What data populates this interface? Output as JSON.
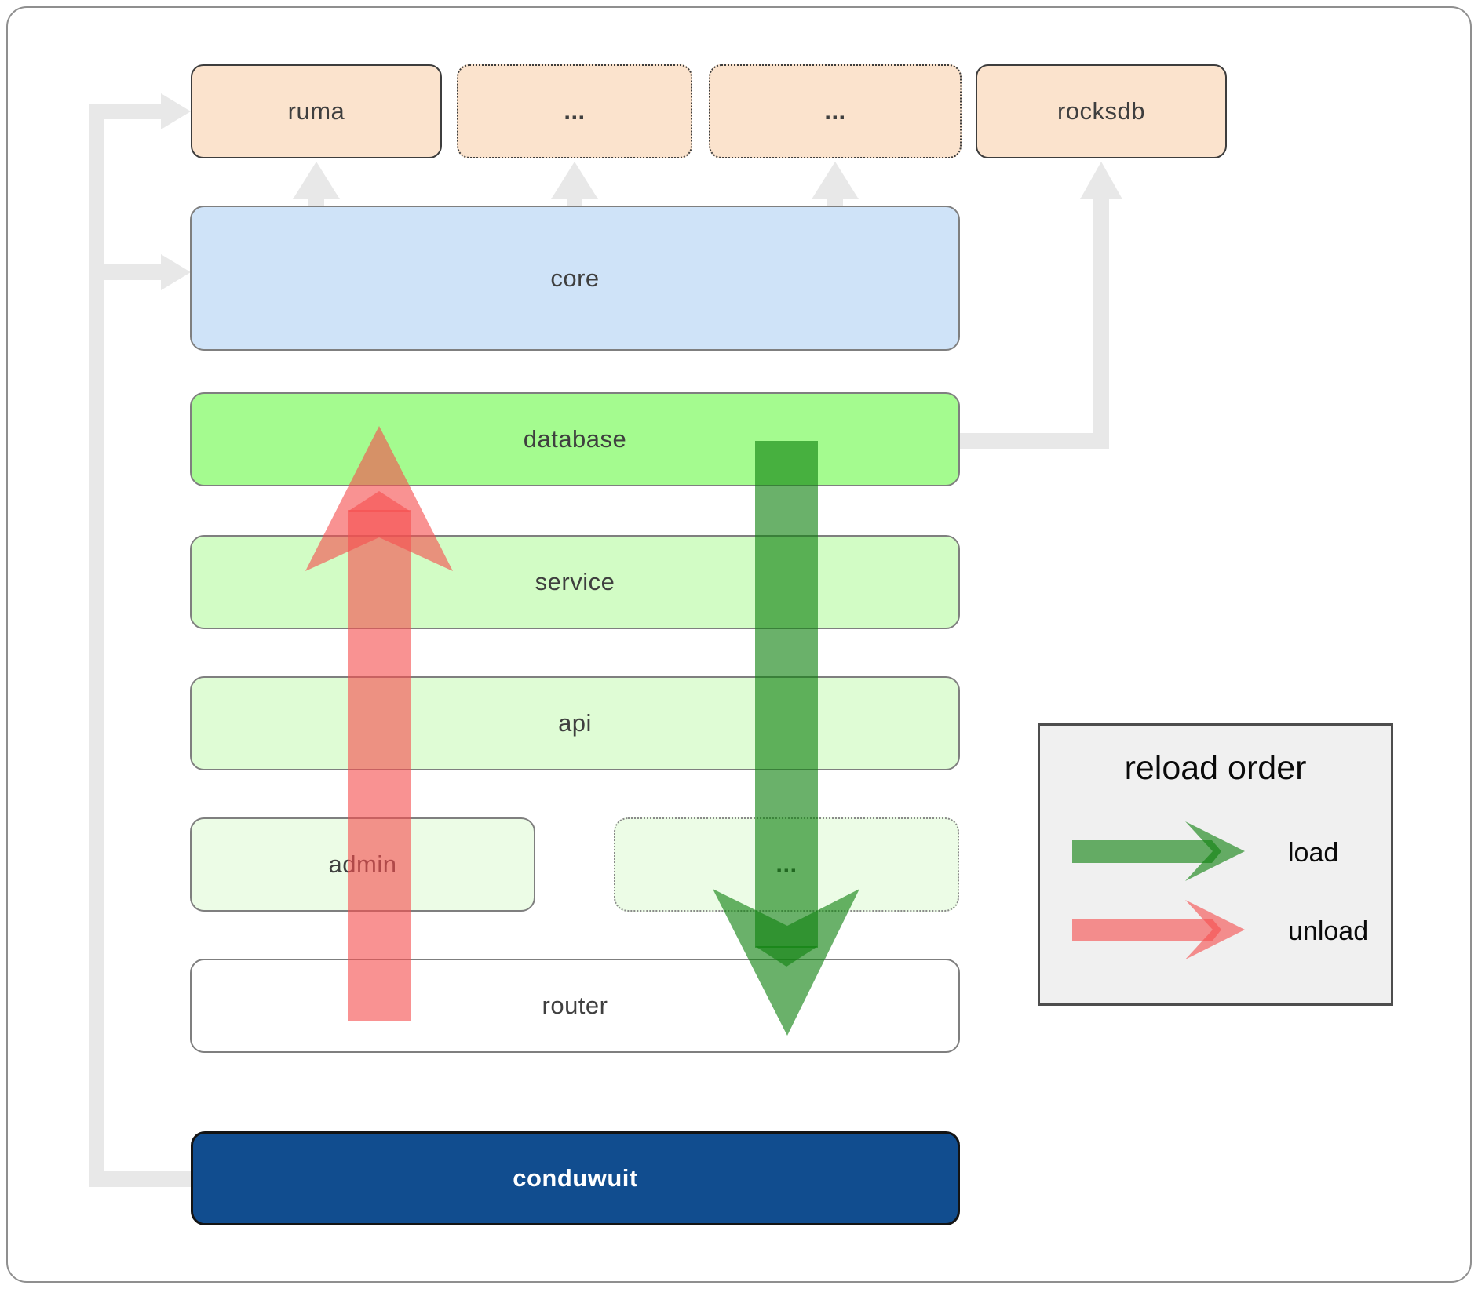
{
  "nodes": {
    "ruma": {
      "label": "ruma"
    },
    "ext1": {
      "label": "..."
    },
    "ext2": {
      "label": "..."
    },
    "rocksdb": {
      "label": "rocksdb"
    },
    "core": {
      "label": "core"
    },
    "database": {
      "label": "database"
    },
    "service": {
      "label": "service"
    },
    "api": {
      "label": "api"
    },
    "admin": {
      "label": "admin"
    },
    "admin_ext": {
      "label": "..."
    },
    "router": {
      "label": "router"
    },
    "conduwuit": {
      "label": "conduwuit"
    }
  },
  "legend": {
    "title": "reload order",
    "items": [
      {
        "label": "load",
        "color": "rgba(15,129,15,0.62)"
      },
      {
        "label": "unload",
        "color": "rgba(245,79,79,0.62)"
      }
    ]
  },
  "colors": {
    "peach": "#fbe3cd",
    "core_blue": "#cfe3f8",
    "database_green": "#a4fb8f",
    "service_green": "#d2fcc5",
    "api_green": "#dffcd5",
    "faint_green": "#ecfce6",
    "router_white": "#ffffff",
    "conduwuit_blue": "#114d8f",
    "connector_gray": "#e8e8e8",
    "label_text": "#3f3f3f",
    "legend_bg": "#f0f0f0"
  }
}
